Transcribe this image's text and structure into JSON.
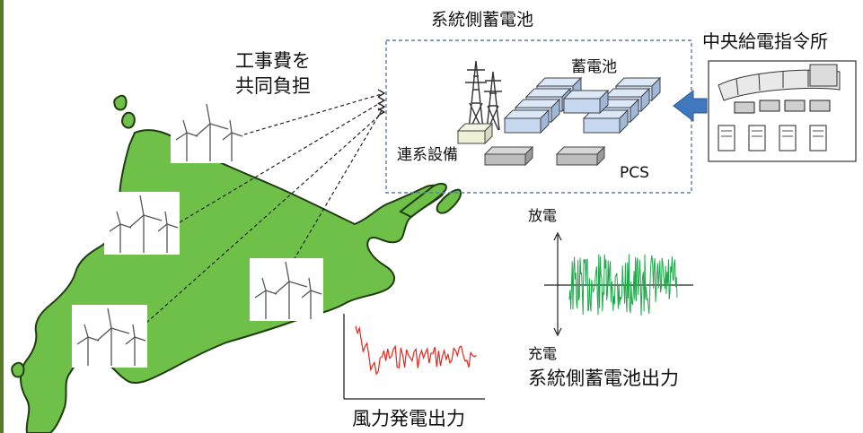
{
  "labels": {
    "cost_sharing_line1": "工事費を",
    "cost_sharing_line2": "共同負担",
    "grid_storage_title": "系統側蓄電池",
    "battery_label": "蓄電池",
    "interconnection_label": "連系設備",
    "pcs_label": "PCS",
    "dispatch_center": "中央給電指令所",
    "discharge": "放電",
    "charge": "充電",
    "battery_output": "系統側蓄電池出力",
    "wind_output": "風力発電出力"
  },
  "colors": {
    "map_fill": "#6ec048",
    "map_stroke": "#1f3d10",
    "wind_signal": "#e8251c",
    "battery_signal": "#1fa84a",
    "battery_block": "#c6d8f0",
    "arrow_blue": "#3f78bf",
    "dashed_box": "#5b7ea8"
  },
  "icons": {
    "wind_turbine": "wind-turbine-icon",
    "transmission_tower": "transmission-tower-icon",
    "control_room": "control-room-icon"
  }
}
